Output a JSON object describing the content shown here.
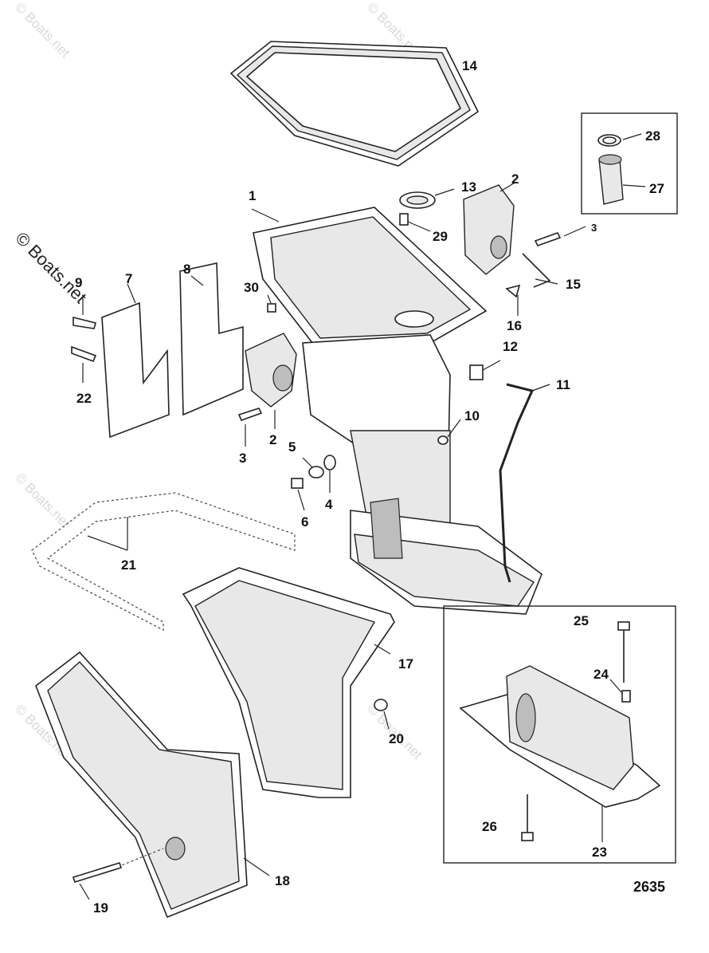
{
  "watermark": "© Boats.net",
  "figure_number": "2635",
  "part_labels": [
    "1",
    "2",
    "2",
    "3",
    "3",
    "4",
    "5",
    "6",
    "7",
    "8",
    "9",
    "10",
    "11",
    "12",
    "13",
    "14",
    "15",
    "16",
    "17",
    "18",
    "19",
    "20",
    "21",
    "22",
    "23",
    "24",
    "25",
    "26",
    "27",
    "28",
    "29",
    "30"
  ]
}
